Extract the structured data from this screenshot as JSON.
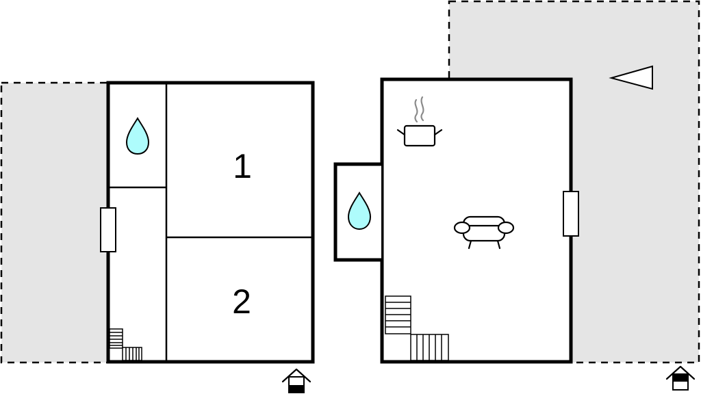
{
  "plan": {
    "background": "#ffffff",
    "terrace_fill": "#e5e5e5",
    "water_fill": "#aefcfc",
    "wall_color": "#000000",
    "steam_color": "#8a8a8a"
  },
  "floors": [
    {
      "name": "ground-floor",
      "rooms": [
        {
          "label": "1",
          "type": "bedroom"
        },
        {
          "label": "2",
          "type": "bedroom"
        },
        {
          "label": "",
          "type": "bathroom",
          "icon": "water-drop-icon"
        },
        {
          "label": "",
          "type": "hallway",
          "icon": "stairs-icon"
        }
      ],
      "windows": 1,
      "terrace": "left",
      "entrance_icon": "entrance-ground-icon"
    },
    {
      "name": "upper-floor",
      "rooms": [
        {
          "label": "",
          "type": "kitchen-living",
          "icons": [
            "cooking-pot-icon",
            "sofa-icon",
            "stairs-icon"
          ]
        },
        {
          "label": "",
          "type": "bathroom",
          "icon": "water-drop-icon"
        }
      ],
      "windows": 1,
      "terrace": "right",
      "entrance_icon": "entrance-upper-icon"
    }
  ],
  "labels": {
    "room_1": "1",
    "room_2": "2"
  },
  "compass": {
    "icon": "north-arrow-icon",
    "direction": "left"
  }
}
